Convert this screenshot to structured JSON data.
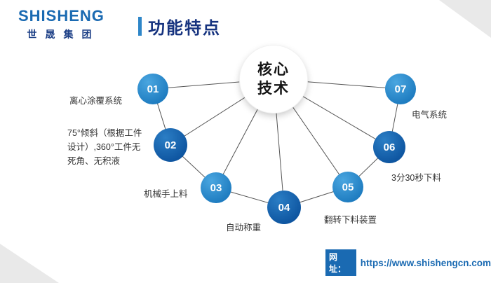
{
  "logo": {
    "name": "SHISHENG",
    "subtitle": "世晟集团"
  },
  "header": {
    "title": "功能特点"
  },
  "diagram": {
    "center": {
      "line1": "核心",
      "line2": "技术"
    },
    "nodes": [
      {
        "num": "01",
        "label": "离心涂覆系统"
      },
      {
        "num": "02",
        "label": "75°倾斜（根据工件\n设计）,360°工件无\n死角、无积液"
      },
      {
        "num": "03",
        "label": "机械手上料"
      },
      {
        "num": "04",
        "label": "自动称重"
      },
      {
        "num": "05",
        "label": "翻转下料装置"
      },
      {
        "num": "06",
        "label": "3分30秒下料"
      },
      {
        "num": "07",
        "label": "电气系统"
      }
    ]
  },
  "footer": {
    "label": "网址：",
    "url": "https://www.shishengcn.com"
  },
  "colors": {
    "brand_blue": "#1a6ab2",
    "title_navy": "#16337f",
    "node_light": "#1e7cc0",
    "node_dark": "#0e55a0",
    "corner_gray": "#e9e9e9"
  }
}
